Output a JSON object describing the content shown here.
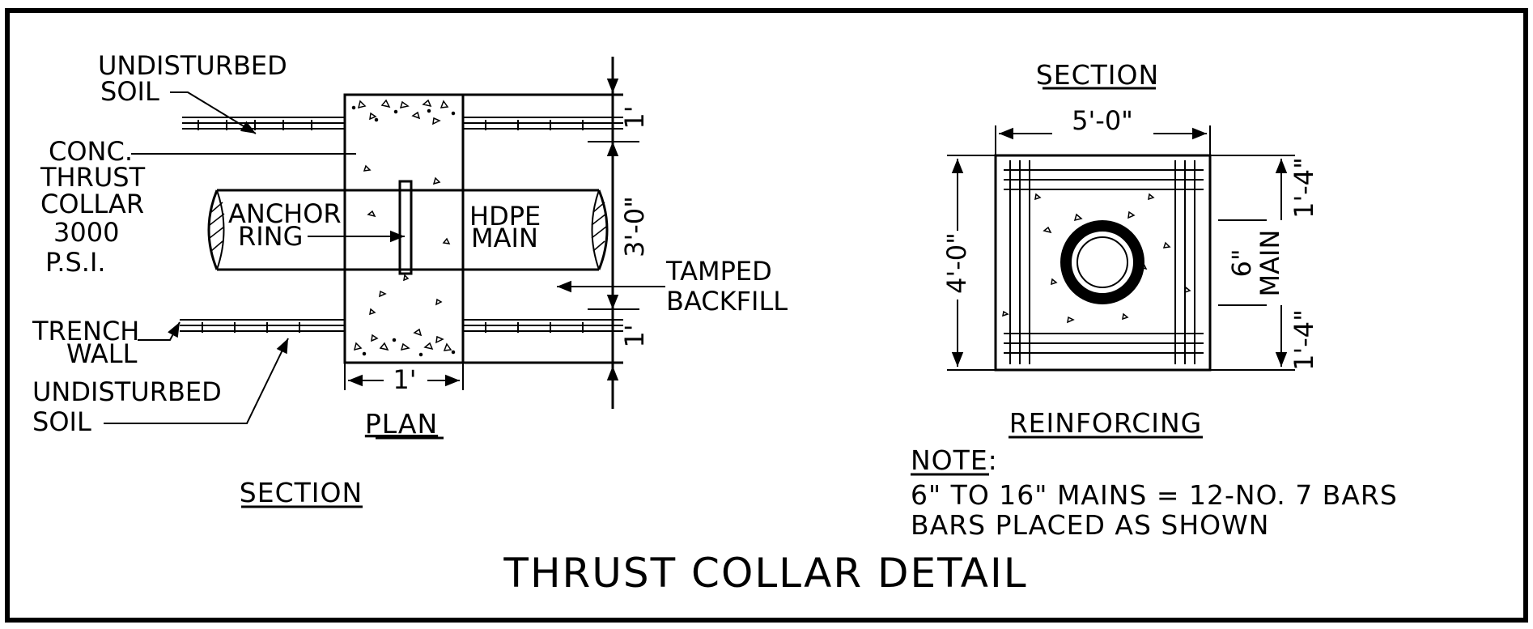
{
  "title": "THRUST COLLAR DETAIL",
  "section_view": {
    "caption": "SECTION",
    "plan_caption": "PLAN",
    "labels": {
      "undisturbed_top_1": "UNDISTURBED",
      "undisturbed_top_2": "SOIL",
      "conc_1": "CONC.",
      "conc_2": "THRUST",
      "conc_3": "COLLAR",
      "conc_4": "3000",
      "conc_5": "P.S.I.",
      "anchor_1": "ANCHOR",
      "anchor_2": "RING",
      "hdpe_1": "HDPE",
      "hdpe_2": "MAIN",
      "tamped_1": "TAMPED",
      "tamped_2": "BACKFILL",
      "trench_1": "TRENCH",
      "trench_2": "WALL",
      "undisturbed_bot_1": "UNDISTURBED",
      "undisturbed_bot_2": "SOIL"
    },
    "dims": {
      "top": "1'",
      "middle": "3'-0\"",
      "bottom": "1'",
      "width": "1'"
    }
  },
  "reinforcing_view": {
    "caption_top": "SECTION",
    "caption_bottom": "REINFORCING",
    "dims": {
      "width": "5'-0\"",
      "height": "4'-0\"",
      "upper": "1'-4\"",
      "lower": "1'-4\"",
      "main_1": "6\"",
      "main_2": "MAIN"
    }
  },
  "note": {
    "heading": "NOTE:",
    "line1": "6\" TO 16\" MAINS = 12-NO. 7 BARS",
    "line2": "BARS PLACED AS SHOWN"
  }
}
